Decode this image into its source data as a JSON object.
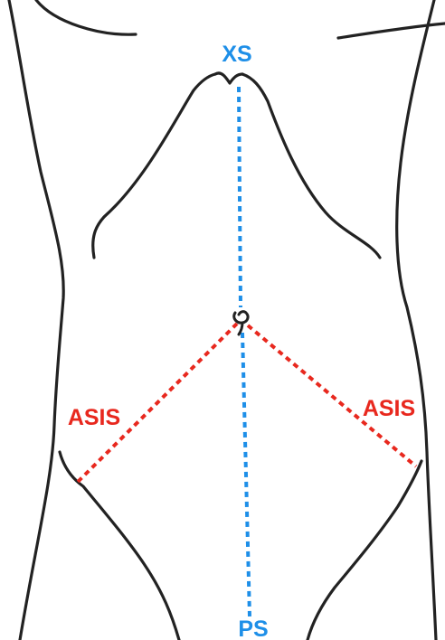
{
  "labels": {
    "xiphisternum": "XS",
    "pubic_symphysis": "PS",
    "asis_left": "ASIS",
    "asis_right": "ASIS"
  },
  "colors": {
    "midline": "#1e8fe8",
    "asis_lines": "#e8281e",
    "outline": "#222222",
    "background": "#ffffff"
  },
  "icons": {
    "umbilicus": "umbilicus-icon"
  }
}
